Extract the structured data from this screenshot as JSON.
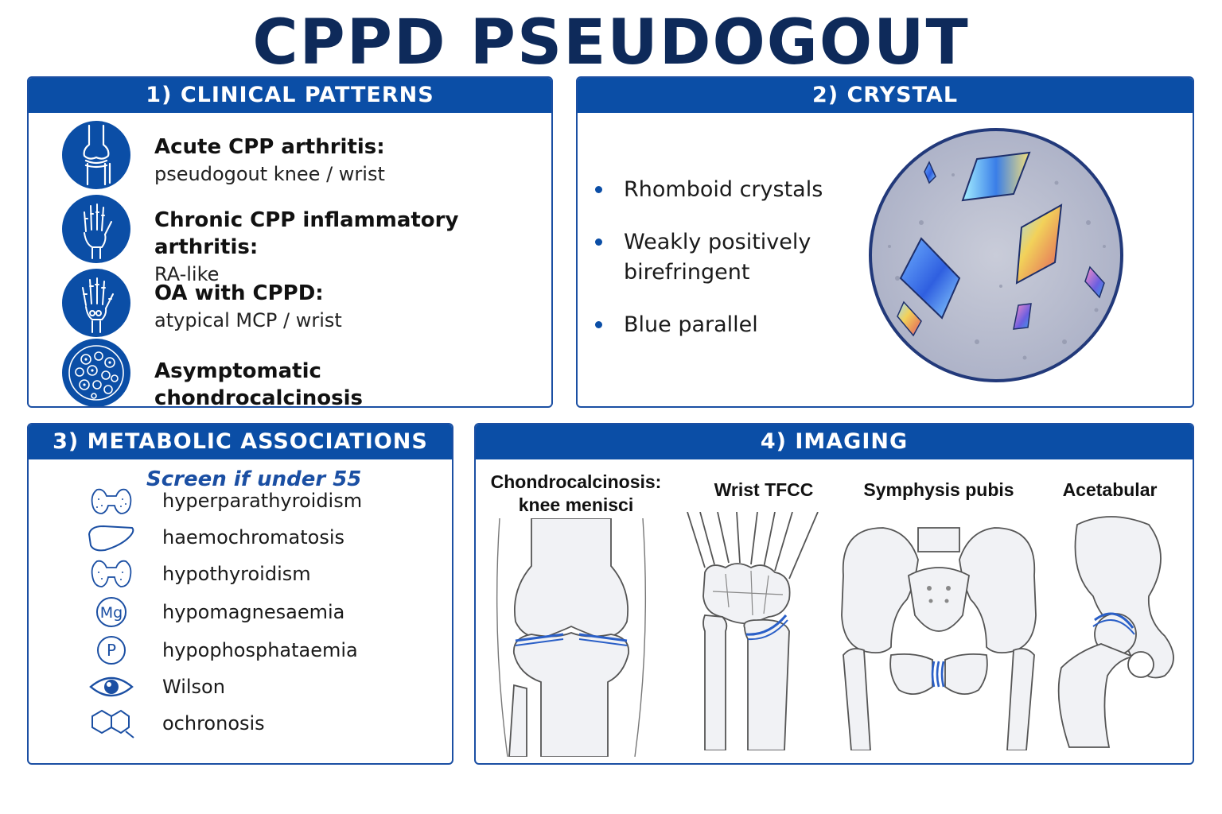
{
  "title": "CPPD PSEUDOGOUT",
  "clinical": {
    "header": "1) CLINICAL PATTERNS",
    "items": [
      {
        "head": "Acute CPP arthritis:",
        "sub": "pseudogout knee / wrist",
        "icon": "knee-joint-icon"
      },
      {
        "head": "Chronic CPP inflammatory arthritis:",
        "sub": "RA-like",
        "icon": "hand-xray-icon"
      },
      {
        "head": "OA with CPPD:",
        "sub": "atypical MCP / wrist",
        "icon": "hand-bones-icon"
      },
      {
        "head": "Asymptomatic chondrocalcinosis",
        "sub": "",
        "icon": "cell-cluster-icon"
      }
    ]
  },
  "crystal": {
    "header": "2) CRYSTAL",
    "bullets": [
      "Rhomboid crystals",
      "Weakly positively birefringent",
      "Blue parallel"
    ]
  },
  "metabolic": {
    "header": "3) METABOLIC ASSOCIATIONS",
    "note": "Screen if under 55",
    "items": [
      {
        "label": "hyperparathyroidism",
        "icon": "parathyroid-icon"
      },
      {
        "label": "haemochromatosis",
        "icon": "liver-icon"
      },
      {
        "label": "hypothyroidism",
        "icon": "thyroid-icon"
      },
      {
        "label": "hypomagnesaemia",
        "icon": "magnesium-icon",
        "symbol": "Mg"
      },
      {
        "label": "hypophosphataemia",
        "icon": "phosphate-icon",
        "symbol": "P"
      },
      {
        "label": "Wilson",
        "icon": "eye-icon"
      },
      {
        "label": "ochronosis",
        "icon": "molecule-icon"
      }
    ]
  },
  "imaging": {
    "header": "4) IMAGING",
    "views": [
      {
        "label_line1": "Chondrocalcinosis:",
        "label_line2": "knee menisci"
      },
      {
        "label_line1": "Wrist TFCC",
        "label_line2": ""
      },
      {
        "label_line1": "Symphysis pubis",
        "label_line2": ""
      },
      {
        "label_line1": "Acetabular",
        "label_line2": ""
      }
    ]
  },
  "colors": {
    "primary": "#0b4ea6",
    "title": "#0e2a5a",
    "highlight": "#2a5fc7"
  }
}
